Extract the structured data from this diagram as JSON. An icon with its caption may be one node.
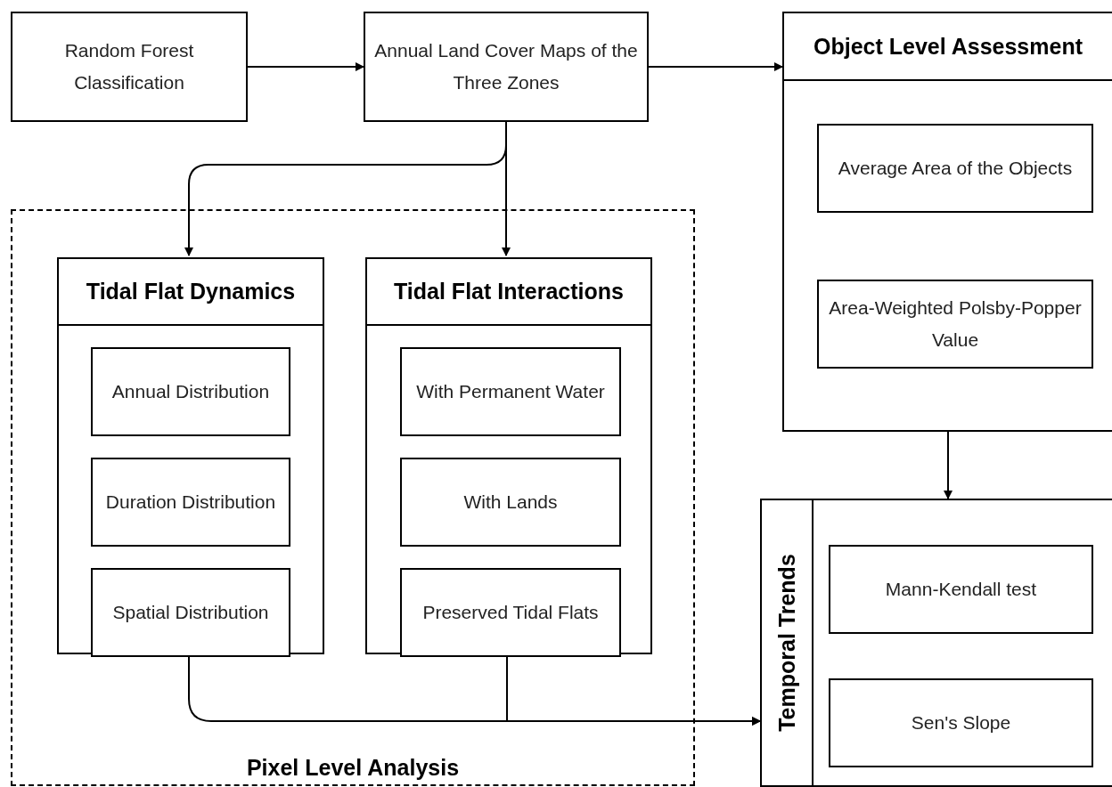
{
  "diagram": {
    "nodes": [
      {
        "text": [
          "Random Forest Classification"
        ]
      },
      {
        "text": [
          "Annual Land Cover Maps of the Three Zones"
        ]
      },
      {
        "text": [
          "Object Level Assessment"
        ]
      },
      {
        "text": [
          "Average Area of the Objects"
        ],
        "in": 2
      },
      {
        "text": [
          "Area-Weighted Polsby-Popper Value"
        ],
        "in": 2
      },
      {
        "text": [
          "Pixel Level Analysis"
        ]
      },
      {
        "text": [
          "Tidal Flat Dynamics"
        ],
        "in": 5
      },
      {
        "text": [
          "Annual Distribution"
        ],
        "in": 6
      },
      {
        "text": [
          "Duration Distribution"
        ],
        "in": 6
      },
      {
        "text": [
          "Spatial Distribution"
        ],
        "in": 6
      },
      {
        "text": [
          "Tidal Flat Interactions"
        ],
        "in": 5
      },
      {
        "text": [
          "With Permanent Water"
        ],
        "in": 10
      },
      {
        "text": [
          "With Lands"
        ],
        "in": 10
      },
      {
        "text": [
          "Preserved Tidal Flats"
        ],
        "in": 10
      },
      {
        "text": [
          "Temporal Trends"
        ]
      },
      {
        "text": [
          "Mann-Kendall test"
        ],
        "in": 14
      },
      {
        "text": [
          "Sen's Slope"
        ],
        "in": 14
      }
    ],
    "edges": [
      {
        "from": 0,
        "to": 1,
        "arrow": "to"
      },
      {
        "from": 1,
        "to": 2,
        "arrow": "to"
      },
      {
        "from": 1,
        "to": 6,
        "arrow": "to"
      },
      {
        "from": 1,
        "to": 10,
        "arrow": "to"
      },
      {
        "from": 2,
        "to": 14,
        "arrow": "to"
      },
      {
        "from": 6,
        "to": 14,
        "arrow": "to"
      },
      {
        "from": 10,
        "to": 14,
        "arrow": "to"
      }
    ]
  }
}
